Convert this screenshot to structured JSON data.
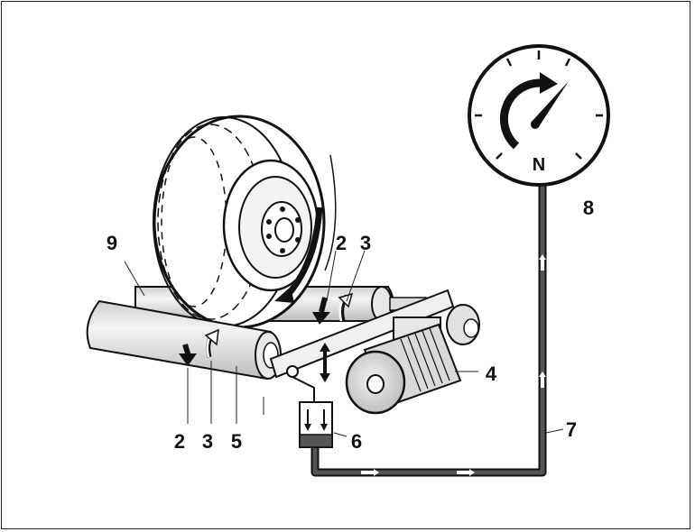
{
  "gauge": {
    "unit_label": "N"
  },
  "labels": {
    "l2_top": "2",
    "l3_top": "3",
    "l2_bottom": "2",
    "l3_bottom": "3",
    "l4": "4",
    "l5": "5",
    "l6": "6",
    "l7": "7",
    "l8": "8",
    "l9": "9"
  },
  "colors": {
    "ink": "#111111",
    "roller_fill": "#e4e4e4",
    "line_fill": "#4a4a4a"
  }
}
